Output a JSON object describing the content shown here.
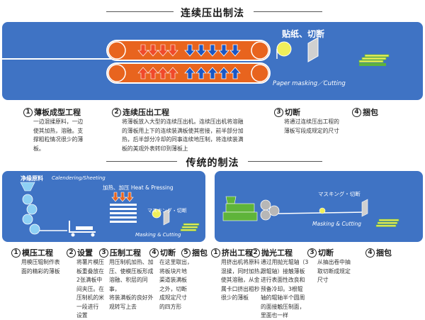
{
  "section_continuous": {
    "title": "连续压出制法",
    "tag_cut": "贴纸、切断",
    "tag_masking": "Paper masking／Cutting",
    "steps": [
      {
        "num": "1",
        "title": "薄板成型工程",
        "desc": "一边混揉原料，一边\n使其加热，溶融。支\n撑粗粒情况很少的薄\n板。"
      },
      {
        "num": "2",
        "title": "连续压出工程",
        "desc": "将薄板放入大型的连续压出机。连续压出机将溶融\n的薄板用上下的连续装满板使其密接，前半部分加\n热，后半部分冷却的同事连续地压制，将连续装满\n板的美观外表转印到薄板上"
      },
      {
        "num": "3",
        "title": "切断",
        "desc": "将通过连续压出工程的\n薄板写段成规定的尺寸"
      },
      {
        "num": "4",
        "title": "捆包",
        "desc": ""
      }
    ]
  },
  "section_traditional": {
    "title": "传统的制法",
    "left_panel": {
      "raw_material": "净缘原料",
      "calendering": "Calendering/Sheeting",
      "heat_pressing": "加热、加压 Heat & Pressing",
      "masking_jp": "マスキング・切断",
      "masking_en": "Masking & Cutting"
    },
    "right_panel": {
      "masking_jp": "マスキング・切断",
      "masking_en": "Masking & Cutting"
    },
    "left_steps": [
      {
        "num": "1",
        "title": "模压工程",
        "desc": "用模压辊制作表\n面的精彩的薄板"
      },
      {
        "num": "2",
        "title": "设置",
        "desc": "将薯片模压\n板重叠放在\n2张满板中\n间夹压。在\n压制机的米\n一段进行\n设置"
      },
      {
        "num": "3",
        "title": "压制工程",
        "desc": "用压制机加热、加\n压、使模压板形成\n溶融、积层的同事，\n将装满板的良好外\n观转写上去"
      },
      {
        "num": "4",
        "title": "切断",
        "desc": "在这里取出，\n将板块片地\n渠道装满板\n之外，切断\n成规定尺寸\n的四方形"
      },
      {
        "num": "5",
        "title": "捆包",
        "desc": ""
      }
    ],
    "right_steps": [
      {
        "num": "1",
        "title": "挤出工程",
        "desc": "用挤出机将原料\n混揉，同时加热，\n使其溶融，从金\n属卡口挤出粗秒\n很少的薄板"
      },
      {
        "num": "2",
        "title": "抛光工程",
        "desc": "通过用抛光辊轴（3\n跟辊轴）接触薄板\n进行表面性改良和\n预备冷却。3根辊\n轴的辊轴半个圆周\n的面接触压制面，\n里面也一样"
      },
      {
        "num": "3",
        "title": "切断",
        "desc": "从抽出卷中抽\n取切断成规定\n尺寸"
      },
      {
        "num": "4",
        "title": "捆包",
        "desc": ""
      }
    ]
  },
  "colors": {
    "panel_blue": "#3f73c4",
    "belt_orange": "#e8641e",
    "arrow_blue": "#1a57c4",
    "roll_light": "#8ed0f4",
    "green": "#5fb43a",
    "yellow": "#f0ef5a",
    "gray_machine": "#b7b7b7"
  }
}
